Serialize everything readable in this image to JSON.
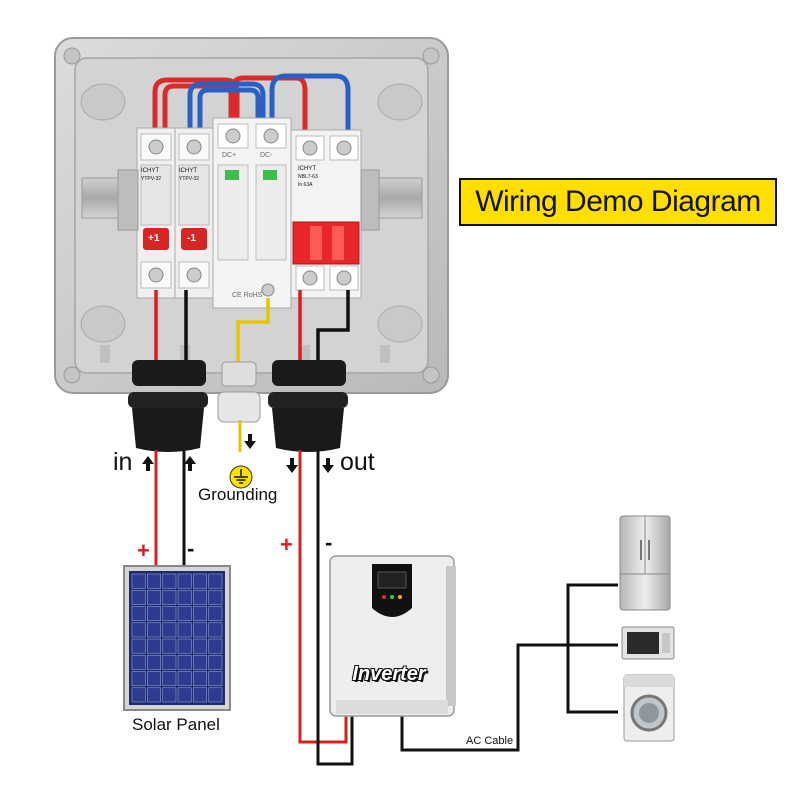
{
  "title": "Wiring Demo Diagram",
  "labels": {
    "in": "in",
    "out": "out",
    "grounding": "Grounding",
    "solar_panel": "Solar Panel",
    "inverter": "Inverter",
    "ac_cable": "AC Cable",
    "plus": "+",
    "minus": "-"
  },
  "breakers": {
    "fuse_brand": "ICHYT",
    "fuse_model": "YTPV-32",
    "fuse_pos_mark": "+1",
    "fuse_neg_mark": "-1",
    "spd_pos": "DC+",
    "spd_neg": "DC-",
    "spd_cert": "CE RoHS",
    "mcb_model": "NBL7-63",
    "mcb_rating": "In 63A"
  },
  "colors": {
    "positive_wire": "#d81e1e",
    "negative_wire": "#111111",
    "ground_wire": "#e8c400",
    "dc_link_red": "#d92b2b",
    "dc_link_blue": "#2a5fc4",
    "title_bg": "#ffde00"
  }
}
